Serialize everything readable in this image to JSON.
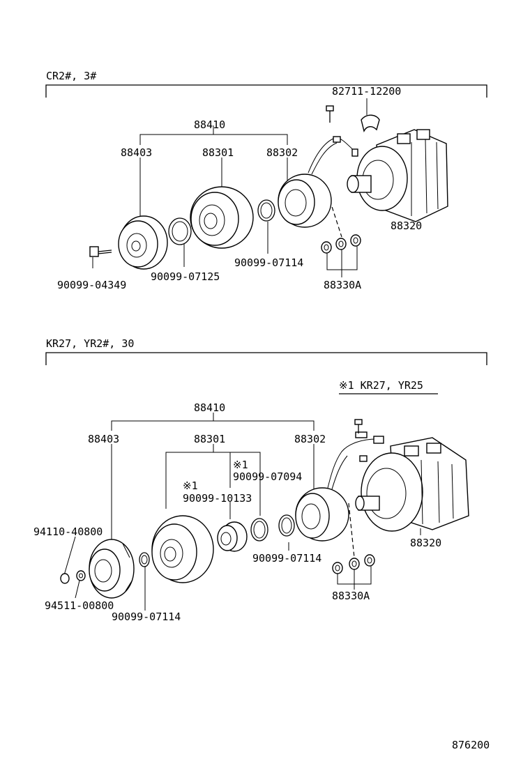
{
  "sections": [
    {
      "title": "CR2#, 3#",
      "labels": {
        "assembly": "88410",
        "hub": "88403",
        "pulley": "88301",
        "stator": "88302",
        "compressor": "88320",
        "bolt": "90099-04349",
        "shim": "90099-07125",
        "snap_ring": "90099-07114",
        "nut_set": "88330A",
        "clip": "82711-12200"
      }
    },
    {
      "title": "KR27, YR2#, 30",
      "note": "※1  KR27, YR25",
      "labels": {
        "assembly": "88410",
        "hub": "88403",
        "pulley": "88301",
        "stator": "88302",
        "compressor": "88320",
        "bolt": "94110-40800",
        "washer": "94511-00800",
        "hub_snap_ring": "90099-07114",
        "bearing_mark": "※1",
        "bearing": "90099-10133",
        "ring_mark": "※1",
        "ring": "90099-07094",
        "snap_ring": "90099-07114",
        "nut_set": "88330A"
      }
    }
  ],
  "diagram_number": "876200"
}
